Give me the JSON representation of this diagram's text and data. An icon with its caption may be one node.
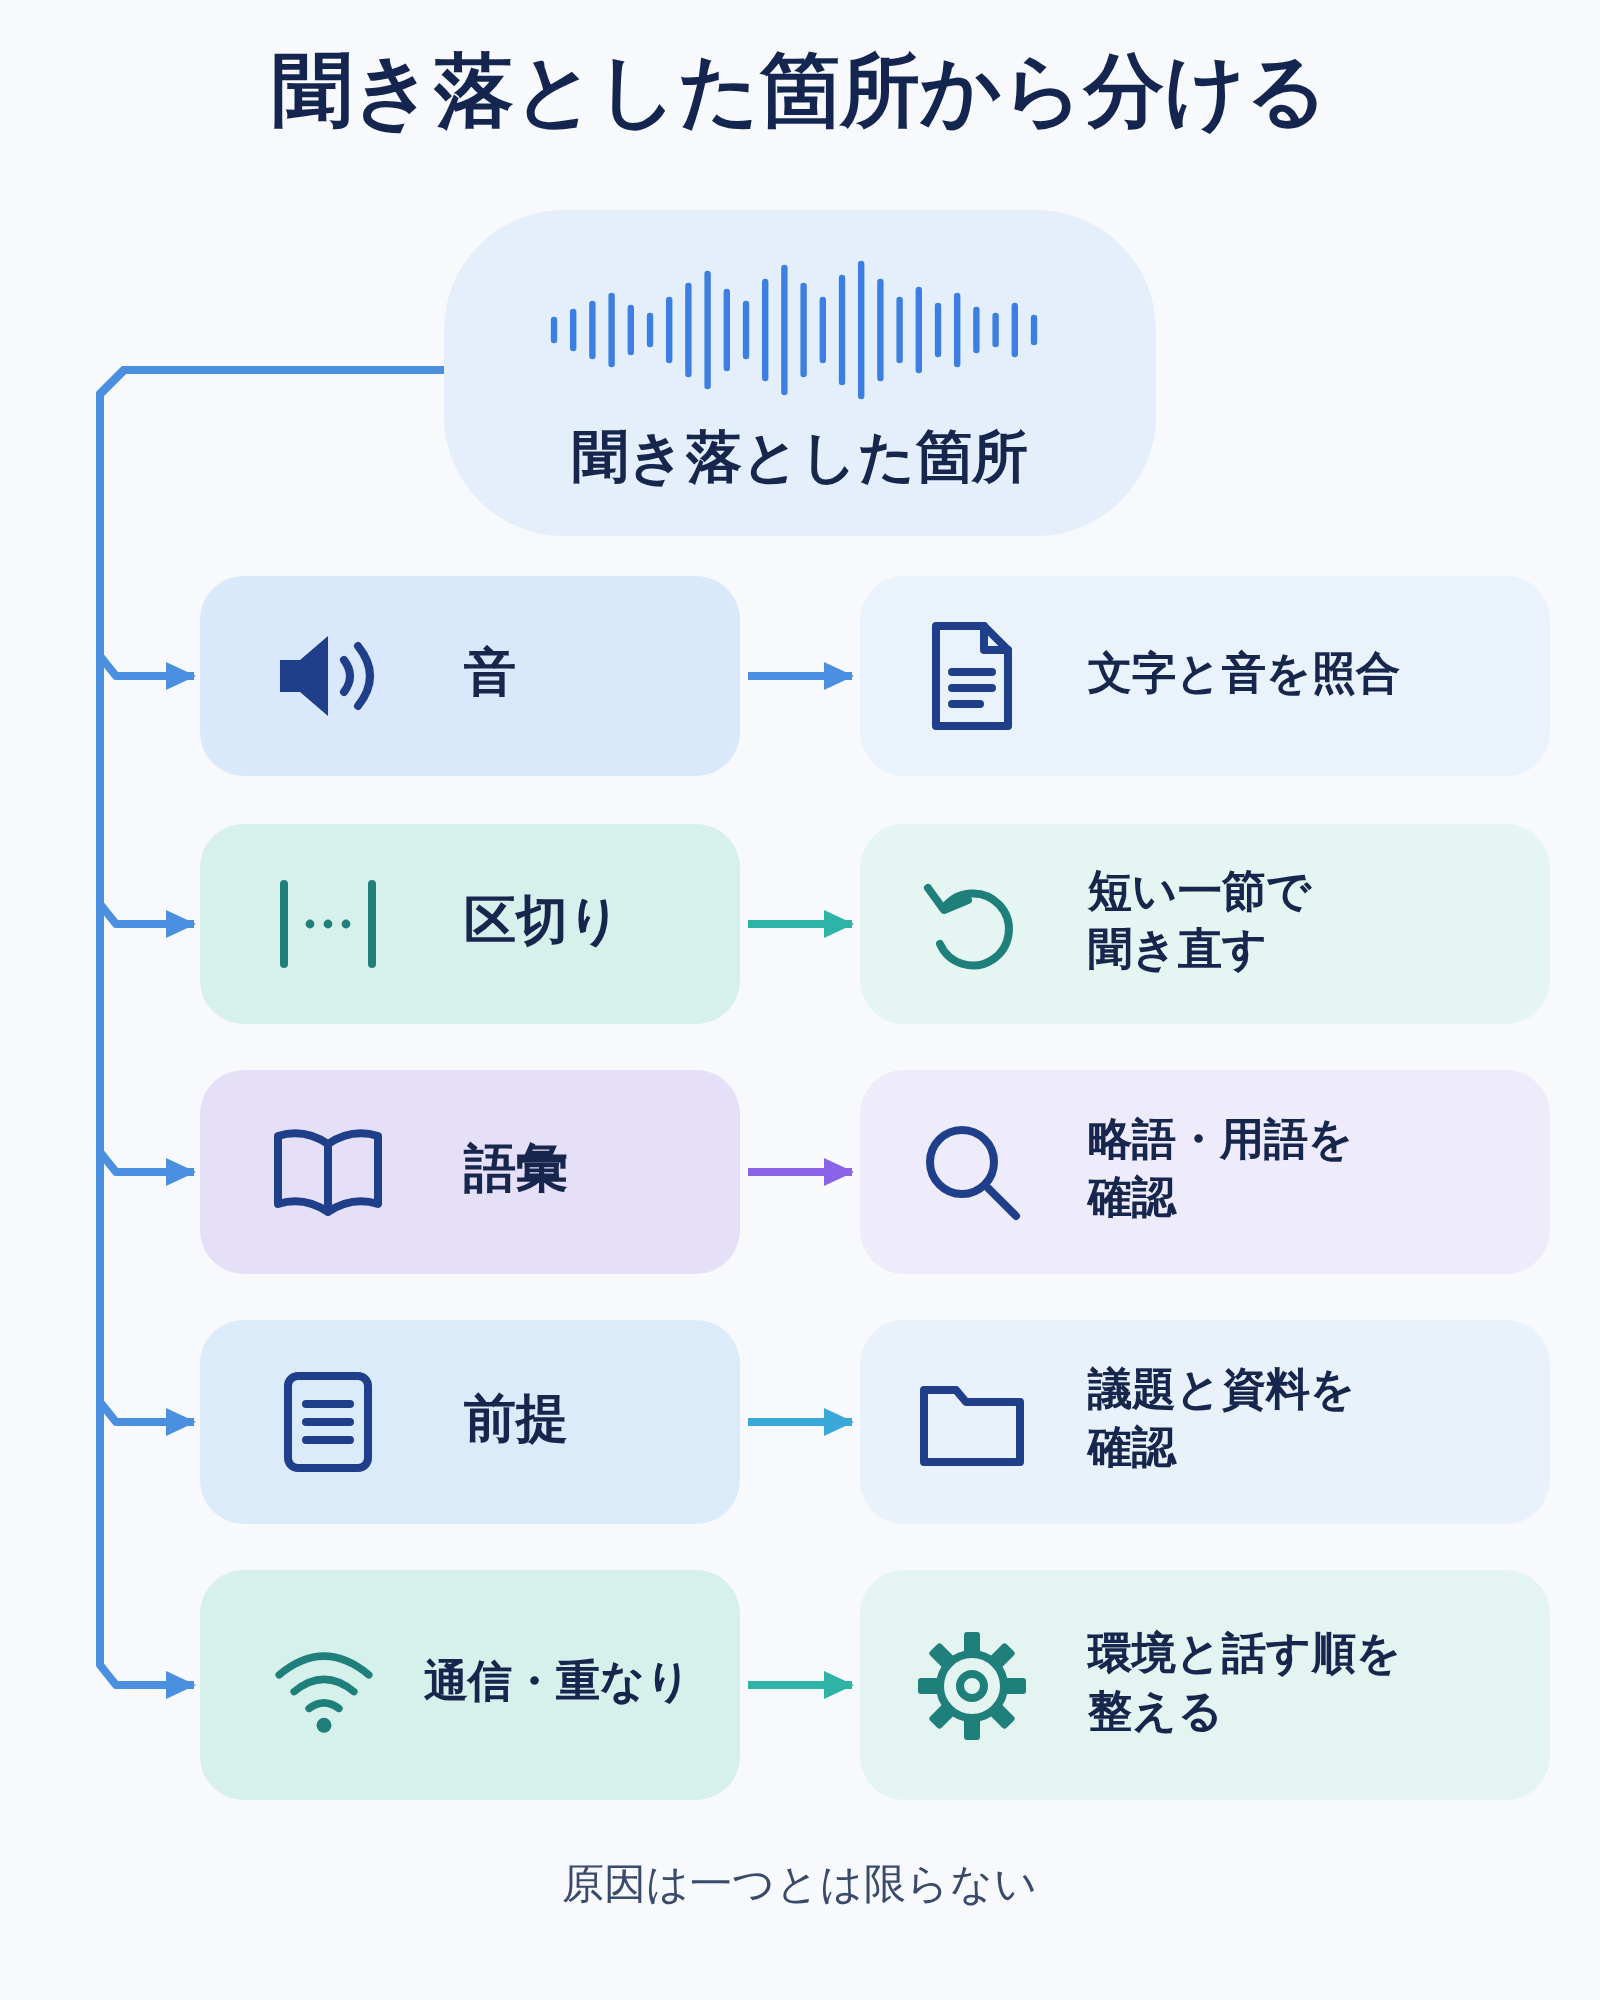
{
  "diagram": {
    "title": "聞き落とした箇所から分ける",
    "nodes": [
      {
        "text": [
          "聞き落とした箇所"
        ]
      },
      {
        "text": [
          "音"
        ]
      },
      {
        "text": [
          "文字と音を照合"
        ]
      },
      {
        "text": [
          "区切り"
        ]
      },
      {
        "text": [
          "短い一節で聞き直す"
        ]
      },
      {
        "text": [
          "語彙"
        ]
      },
      {
        "text": [
          "略語・用語を確認"
        ]
      },
      {
        "text": [
          "前提"
        ]
      },
      {
        "text": [
          "議題と資料を確認"
        ]
      },
      {
        "text": [
          "通信・重なり"
        ]
      },
      {
        "text": [
          "環境と話す順を整える"
        ]
      }
    ],
    "edges": [
      {
        "from": 0,
        "to": 1,
        "arrow": "to"
      },
      {
        "from": 0,
        "to": 3,
        "arrow": "to"
      },
      {
        "from": 0,
        "to": 5,
        "arrow": "to"
      },
      {
        "from": 0,
        "to": 7,
        "arrow": "to"
      },
      {
        "from": 0,
        "to": 9,
        "arrow": "to"
      },
      {
        "from": 1,
        "to": 2,
        "arrow": "to"
      },
      {
        "from": 3,
        "to": 4,
        "arrow": "to",
        "color": "#2fb3a6"
      },
      {
        "from": 5,
        "to": 6,
        "arrow": "to",
        "color": "#8a63e8"
      },
      {
        "from": 7,
        "to": 8,
        "arrow": "to",
        "color": "#3aa8d8"
      },
      {
        "from": 9,
        "to": 10,
        "arrow": "to",
        "color": "#2fb3a6"
      }
    ],
    "caption": "原因は一つとは限らない"
  }
}
